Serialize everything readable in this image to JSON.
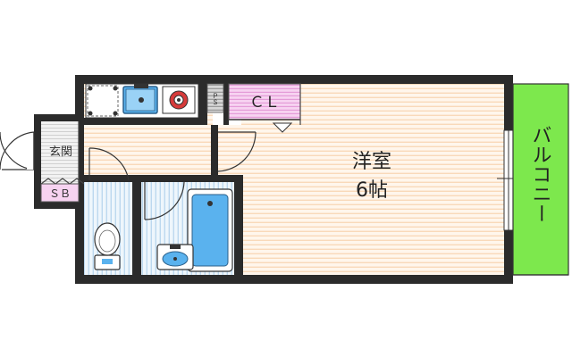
{
  "rooms": {
    "western_room": {
      "name": "洋室",
      "size": "6帖"
    },
    "entrance": {
      "label": "玄関"
    },
    "shoe_box": {
      "label": "ＳＢ"
    },
    "closet": {
      "label": "ＣＬ"
    },
    "pipe_space": {
      "label": "ＰＳ"
    },
    "balcony": {
      "label": "バルコニー"
    }
  },
  "colors": {
    "wall": "#2b2b2b",
    "floor_stripe": "#fbe0c4",
    "floor_base": "#fff6ec",
    "wet_stripe": "#cfe4f5",
    "closet": "#f2b8e8",
    "balcony": "#7de84d",
    "fixture_blue": "#5ab2ee",
    "stove_red": "#d63a3a"
  }
}
